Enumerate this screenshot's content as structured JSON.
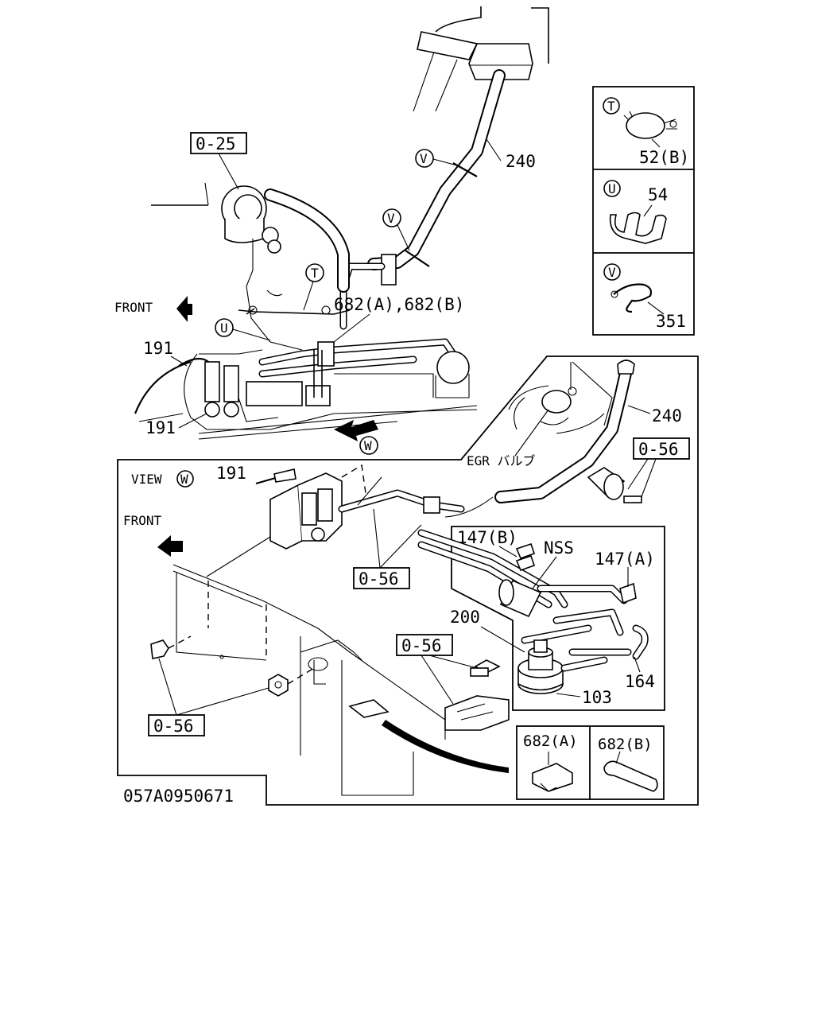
{
  "callouts": {
    "c_0_25": "0-25",
    "c_240_top": "240",
    "c_240_mid": "240",
    "c_682ab": "682(A),682(B)",
    "c_front_top": "FRONT",
    "c_front_view": "FRONT",
    "c_191_a": "191",
    "c_191_b": "191",
    "c_191_c": "191",
    "c_egr": "EGR バルブ",
    "c_view": "VIEW",
    "c_0_56_a": "0-56",
    "c_0_56_b": "0-56",
    "c_0_56_c": "0-56",
    "c_0_56_d": "0-56",
    "c_147b": "147(B)",
    "c_nss": "NSS",
    "c_147a": "147(A)",
    "c_200": "200",
    "c_164": "164",
    "c_103": "103",
    "c_682a": "682(A)",
    "c_682b": "682(B)",
    "c_drawing_no": "057A0950671"
  },
  "markers": {
    "T": "T",
    "U": "U",
    "V": "V",
    "W": "W"
  },
  "legend": {
    "t_part": "52(B)",
    "u_part": "54",
    "v_part": "351"
  }
}
